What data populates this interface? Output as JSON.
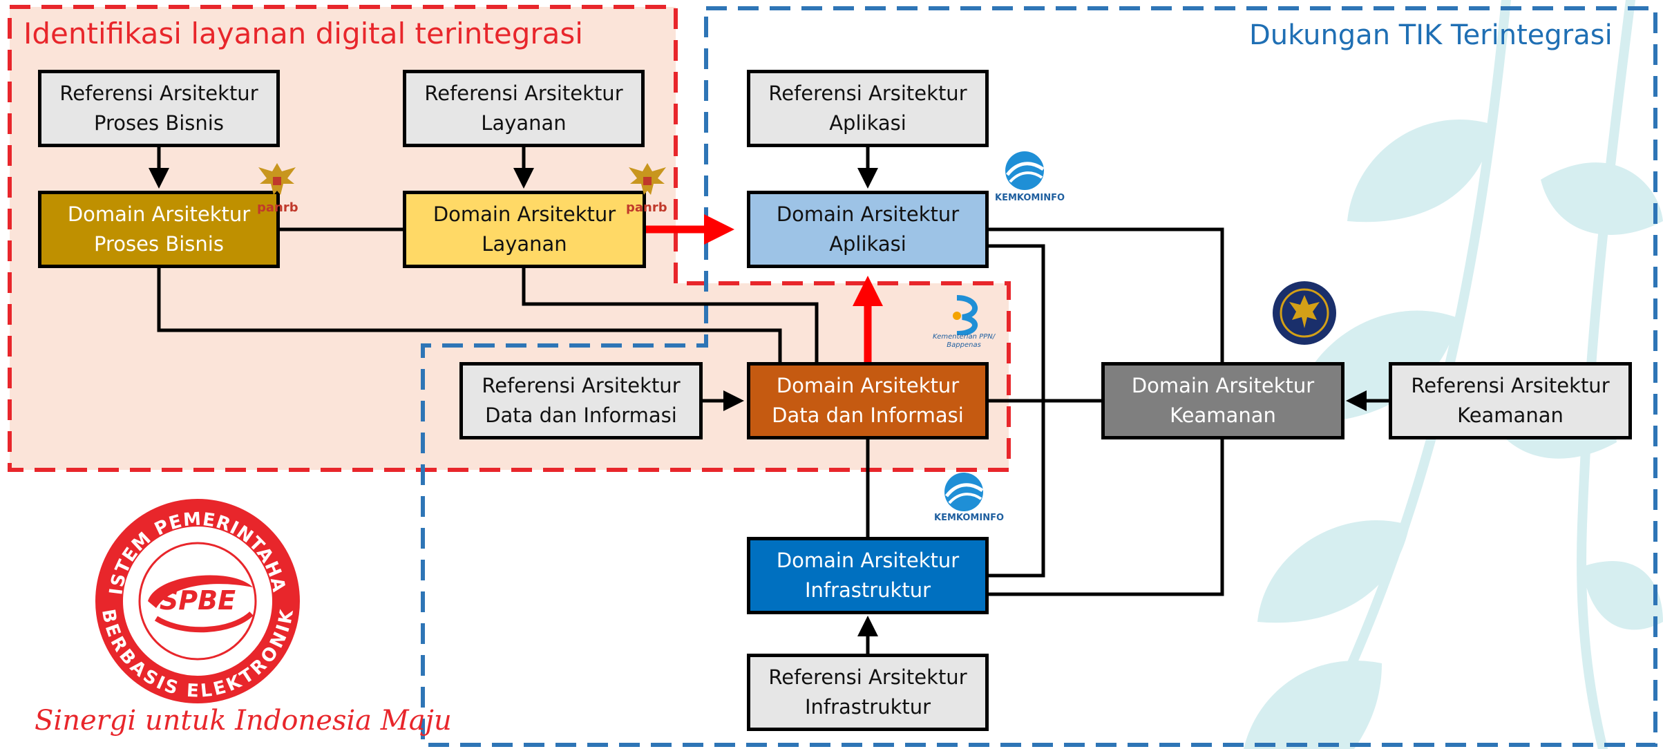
{
  "regions": {
    "digital_services": {
      "title": "Identifikasi layanan digital terintegrasi",
      "color": "#e8262b",
      "fill": "#fbe4d9"
    },
    "ict_support": {
      "title": "Dukungan TIK Terintegrasi",
      "color": "#2e75b6"
    }
  },
  "boxes": {
    "ref_proses_bisnis": "Referensi Arsitektur\nProses Bisnis",
    "ref_layanan": "Referensi Arsitektur\nLayanan",
    "ref_aplikasi": "Referensi Arsitektur\nAplikasi",
    "dom_proses_bisnis": "Domain Arsitektur\nProses Bisnis",
    "dom_layanan": "Domain Arsitektur\nLayanan",
    "dom_aplikasi": "Domain Arsitektur\nAplikasi",
    "ref_data": "Referensi Arsitektur\nData dan Informasi",
    "dom_data": "Domain Arsitektur\nData dan Informasi",
    "dom_keamanan": "Domain Arsitektur\nKeamanan",
    "ref_keamanan": "Referensi Arsitektur\nKeamanan",
    "dom_infrastruktur": "Domain Arsitektur\nInfrastruktur",
    "ref_infrastruktur": "Referensi Arsitektur\nInfrastruktur"
  },
  "colors": {
    "dom_proses_bisnis": "#bf9000",
    "dom_layanan": "#ffd966",
    "dom_aplikasi": "#9dc3e6",
    "dom_data": "#c55a11",
    "dom_keamanan": "#7f7f7f",
    "dom_infrastruktur": "#0070c0",
    "ref_box": "#e6e6e6",
    "watermark": "#d6eef0"
  },
  "logos": {
    "panrb_1": "panrb",
    "panrb_2": "panrb",
    "kemkominfo_1": "KEMKOMINFO",
    "kemkominfo_2": "KEMKOMINFO",
    "bappenas": "Kementerian PPN/\nBappenas",
    "bssn": "bssn-seal-icon",
    "spbe": {
      "ring_text_top": "SISTEM PEMERINTAHAN",
      "ring_text_bottom": "BERBASIS ELEKTRONIK",
      "center": "SPBE",
      "tagline": "Sinergi untuk Indonesia Maju"
    }
  }
}
